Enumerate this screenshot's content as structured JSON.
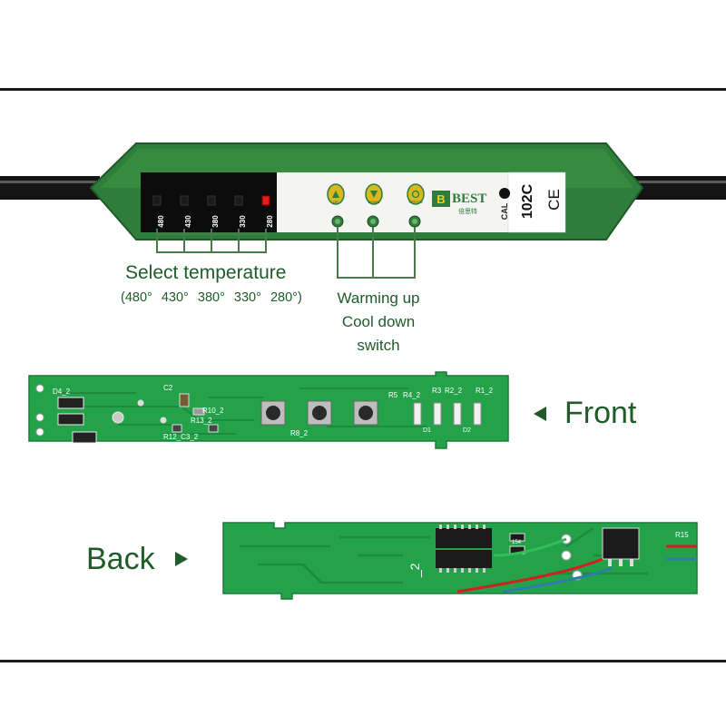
{
  "device": {
    "temps": [
      "480",
      "430",
      "380",
      "330",
      "280"
    ],
    "buttons": [
      {
        "label": "UP",
        "icon": "up-arrow-icon"
      },
      {
        "label": "DOWN",
        "icon": "down-arrow-icon"
      },
      {
        "label": "OFF/ON",
        "icon": "power-icon"
      }
    ],
    "brand": "BEST",
    "brand_cn": "倍思特",
    "cal_label": "CAL",
    "model": "102C",
    "ce_mark": "CE"
  },
  "callouts": {
    "select_title": "Select temperature",
    "temp_list": [
      "(480°",
      "430°",
      "380°",
      "330°",
      "280°)"
    ],
    "warm_lines": [
      "Warming up",
      "Cool down",
      "switch"
    ],
    "front": "Front",
    "back": "Back"
  },
  "pcb_front": {
    "labels": [
      "D4_2",
      "C2",
      "R10_2",
      "R13_2",
      "R12_C3_2",
      "R8_2",
      "R5",
      "R4_2",
      "R3",
      "R2_2",
      "R1_2",
      "D1",
      "D2"
    ]
  },
  "pcb_back": {
    "labels": [
      "_2",
      "154",
      "R15"
    ]
  },
  "colors": {
    "housing_green": "#2f7d3a",
    "pcb_green": "#24a24a",
    "label_green": "#1f5c2a",
    "led_red": "#e02020"
  }
}
